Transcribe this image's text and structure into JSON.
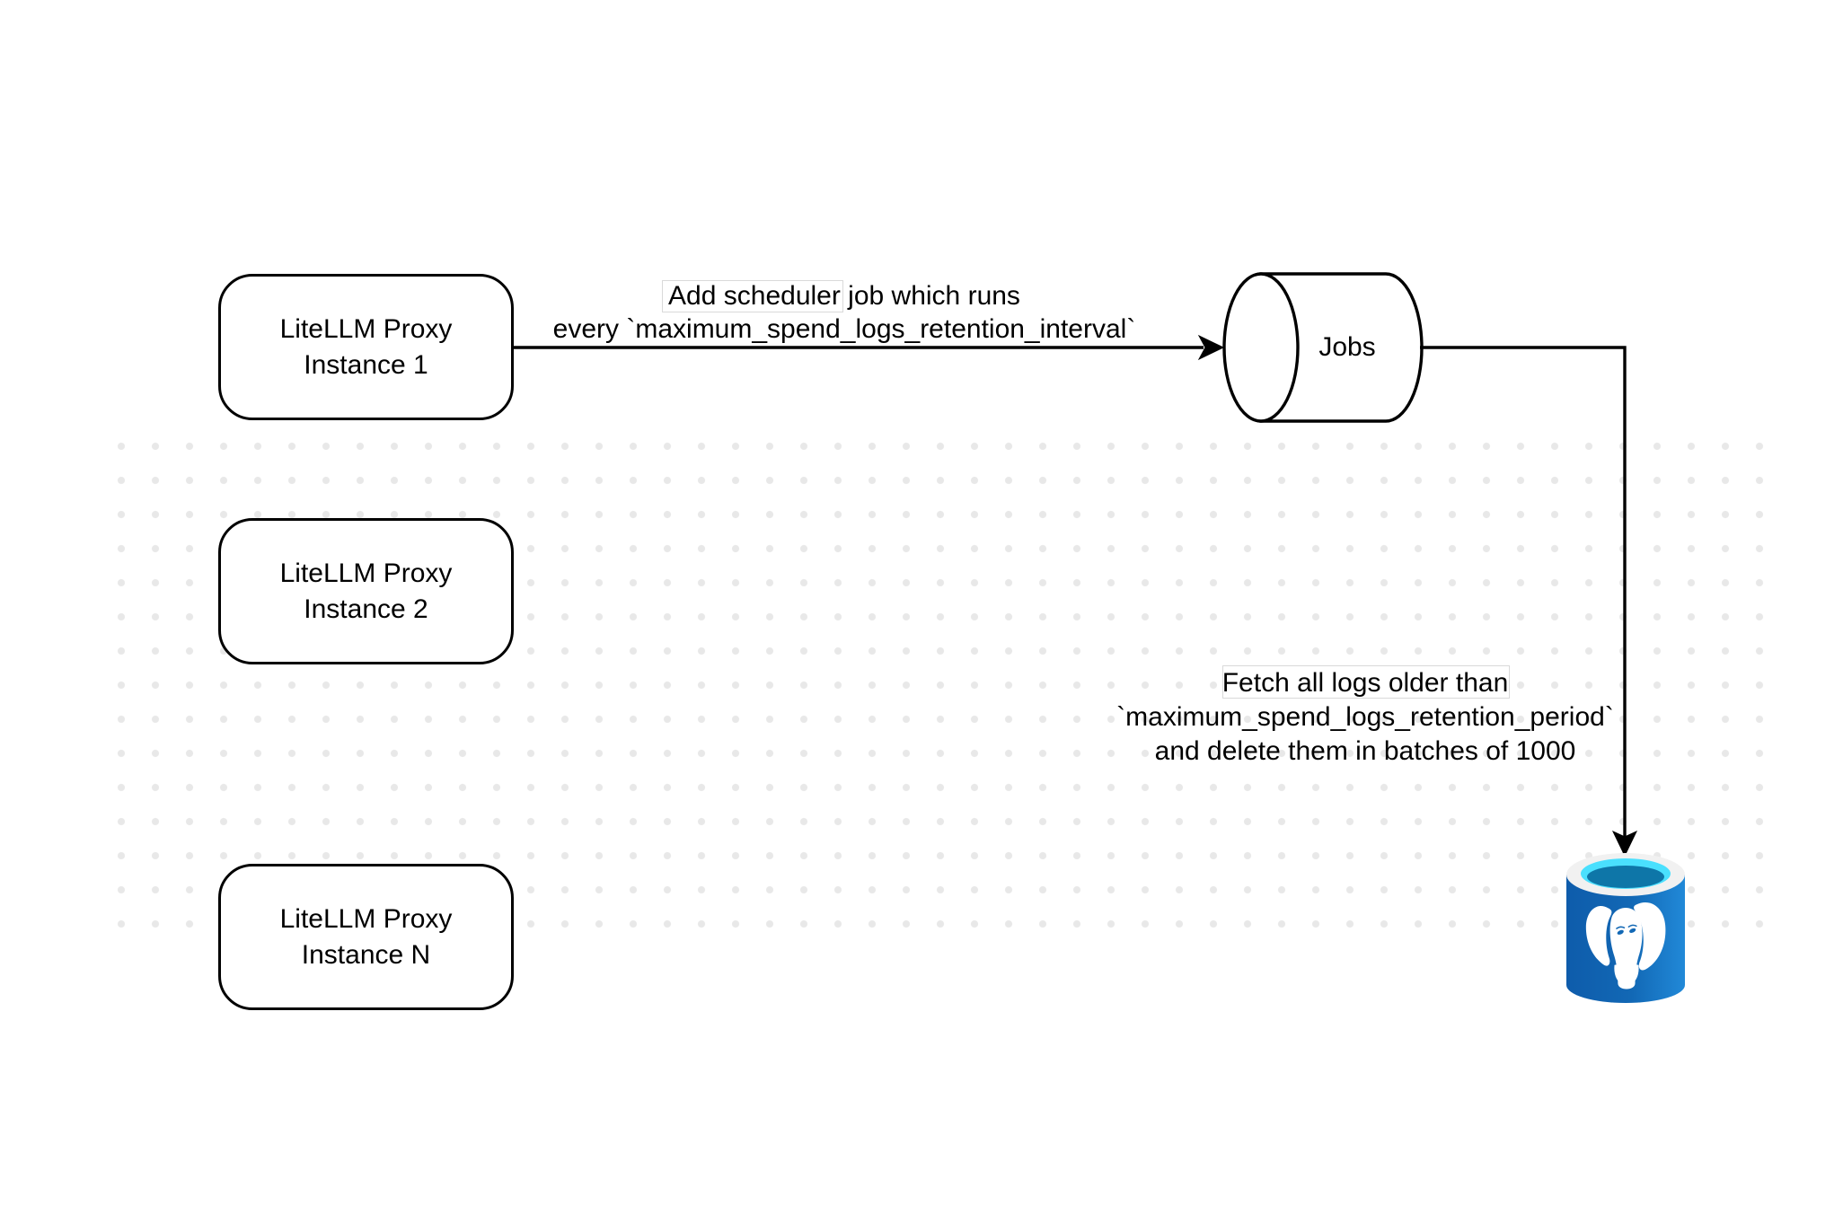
{
  "diagram": {
    "nodes": {
      "proxy1": {
        "line1": "LiteLLM Proxy",
        "line2": "Instance 1"
      },
      "proxy2": {
        "line1": "LiteLLM Proxy",
        "line2": "Instance 2"
      },
      "proxyN": {
        "line1": "LiteLLM Proxy",
        "line2": "Instance N"
      },
      "jobs_queue": {
        "label": "Jobs"
      },
      "database": {
        "type": "PostgreSQL",
        "icon": "postgresql-database-icon"
      }
    },
    "edges": {
      "add_scheduler": {
        "line1": "Add scheduler job which runs",
        "line2": "every `maximum_spend_logs_retention_interval`"
      },
      "fetch_delete": {
        "line1": "Fetch all logs older than",
        "line2": "`maximum_spend_logs_retention_period`",
        "line3": "and delete them in batches of 1000"
      }
    },
    "colors": {
      "stroke": "#000000",
      "node_fill": "#ffffff",
      "background_dot": "#e8e8e8",
      "db_body_dark": "#0e5cab",
      "db_body_light": "#2189d8",
      "db_rim": "#f1f1f1",
      "db_cyan": "#4ae0fe",
      "db_liquid": "#0e76a8",
      "db_elephant": "#ffffff"
    }
  }
}
